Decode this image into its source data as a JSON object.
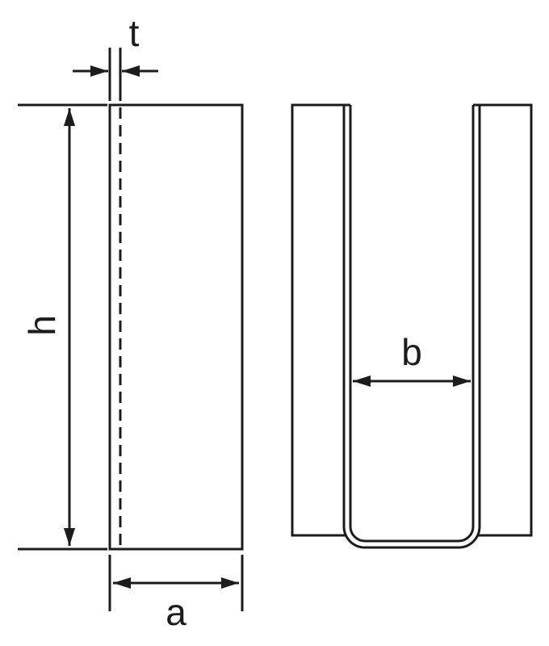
{
  "diagram": {
    "labels": {
      "t": "t",
      "h": "h",
      "a": "a",
      "b": "b"
    },
    "colors": {
      "line": "#1c1c1c",
      "background": "#ffffff"
    }
  }
}
